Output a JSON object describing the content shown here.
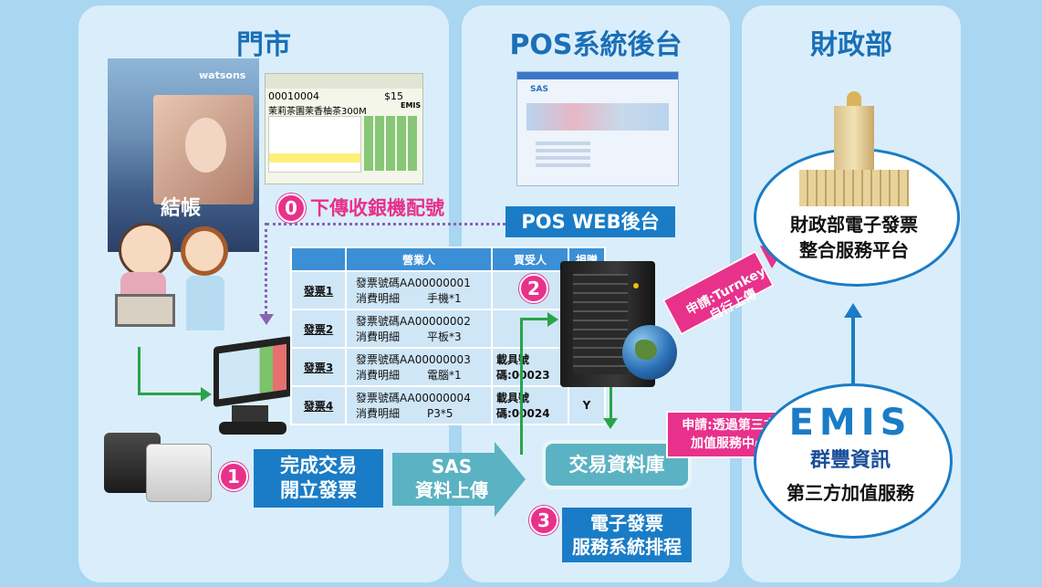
{
  "panels": {
    "store": {
      "title": "門市"
    },
    "pos": {
      "title": "POS系統後台"
    },
    "mof": {
      "title": "財政部"
    }
  },
  "store": {
    "checkout_label": "結帳",
    "sign_text": "watsons",
    "register": {
      "invoice_no": "00010004",
      "price": "$15",
      "brand": "EMIS",
      "item": "茉莉茶園茉香柚茶300M"
    },
    "step0_label": "下傳收銀機配號",
    "step1_label": [
      "完成交易",
      "開立發票"
    ]
  },
  "pos": {
    "web_label": "POS WEB後台",
    "web_logo": "SAS",
    "sas_label": [
      "SAS",
      "資料上傳"
    ],
    "db_label": "交易資料庫",
    "step3_label": [
      "電子發票",
      "服務系統排程"
    ]
  },
  "table": {
    "headers": [
      "",
      "營業人",
      "買受人",
      "捐贈"
    ],
    "rows": [
      {
        "label": "發票1",
        "invoice": "發票號碼AA00000001",
        "detail": "消費明細",
        "item": "手機*1",
        "buyer": "",
        "donate": ""
      },
      {
        "label": "發票2",
        "invoice": "發票號碼AA00000002",
        "detail": "消費明細",
        "item": "平板*3",
        "buyer": "",
        "donate": ""
      },
      {
        "label": "發票3",
        "invoice": "發票號碼AA00000003",
        "detail": "消費明細",
        "item": "電腦*1",
        "buyer": "載具號碼:00023",
        "donate": ""
      },
      {
        "label": "發票4",
        "invoice": "發票號碼AA00000004",
        "detail": "消費明細",
        "item": "P3*5",
        "buyer": "載具號碼:00024",
        "donate": "Y"
      }
    ]
  },
  "badges": [
    "0",
    "1",
    "2",
    "3"
  ],
  "mof": {
    "platform": [
      "財政部電子發票",
      "整合服務平台"
    ],
    "turnkey": [
      "申請:Turnkey",
      "自行上傳"
    ],
    "thirdparty_apply": [
      "申請:透過第三方",
      "加值服務中心"
    ],
    "emis_logo": "EMIS",
    "emis_name": "群豐資訊",
    "emis_service": "第三方加值服務"
  },
  "colors": {
    "accent_blue": "#1a7cc6",
    "pink": "#e8318b",
    "green": "#2aa34a",
    "teal": "#5bb2c2"
  }
}
